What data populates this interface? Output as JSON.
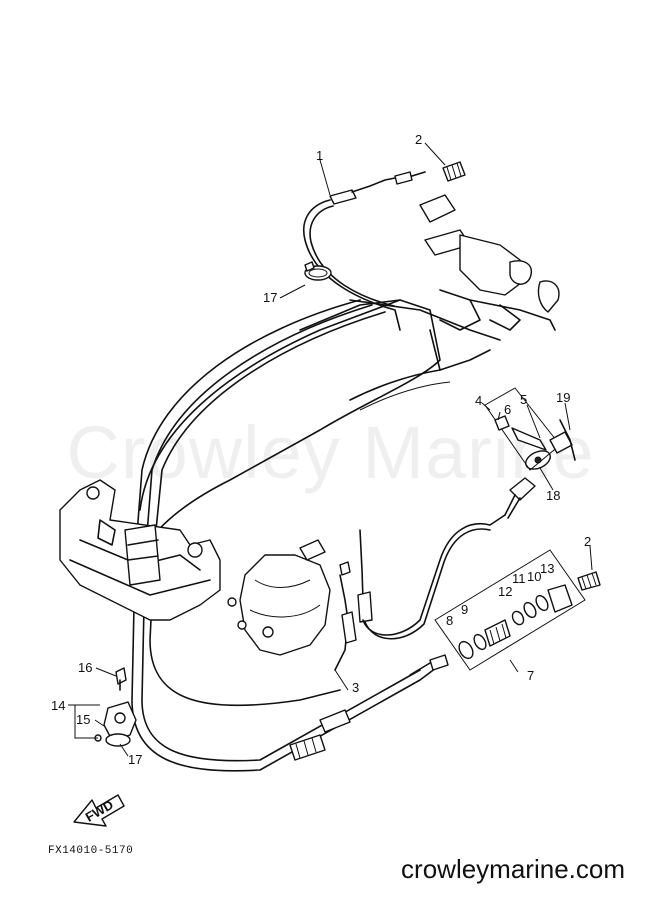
{
  "watermark": "Crowley Marine",
  "footer_url": "crowleymarine.com",
  "figure_code": "FX14010-5170",
  "fwd_label": "FWD",
  "callouts": {
    "c1": "1",
    "c2a": "2",
    "c2b": "2",
    "c3": "3",
    "c4": "4",
    "c5": "5",
    "c6": "6",
    "c7": "7",
    "c8": "8",
    "c9": "9",
    "c10": "10",
    "c11": "11",
    "c12": "12",
    "c13": "13",
    "c14": "14",
    "c15": "15",
    "c16": "16",
    "c17a": "17",
    "c17b": "17",
    "c18": "18",
    "c19": "19"
  }
}
